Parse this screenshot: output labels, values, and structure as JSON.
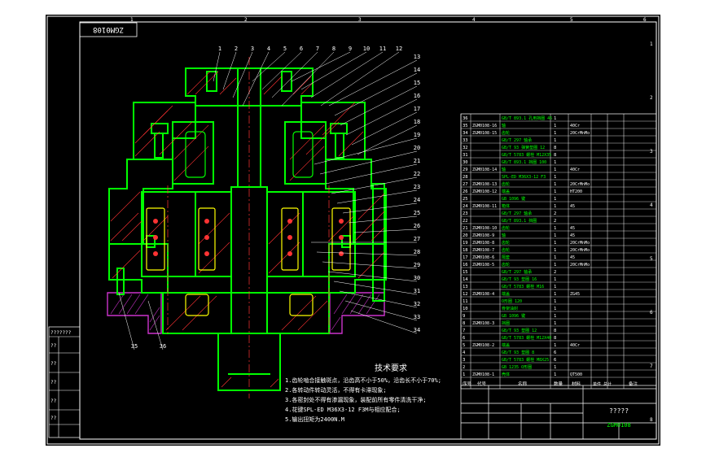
{
  "drawing": {
    "code_stamp": "ZGM0108",
    "zone_numbers": [
      "1",
      "2",
      "3",
      "4",
      "5",
      "6",
      "7",
      "8"
    ],
    "leader_labels": [
      "1",
      "2",
      "3",
      "4",
      "5",
      "6",
      "7",
      "8",
      "9",
      "10",
      "11",
      "12",
      "13",
      "14",
      "15",
      "16",
      "17",
      "18",
      "19",
      "20",
      "21",
      "22",
      "23",
      "24",
      "25",
      "26",
      "27",
      "28",
      "29",
      "30",
      "31",
      "32",
      "33",
      "34",
      "35",
      "36"
    ],
    "notes_title": "技术要求",
    "notes": [
      "1.齿轮啮合接触斑点，沿齿高不小于50%，沿齿长不小于70%;",
      "2.各转动件转动灵活，不得有卡滞现象;",
      "3.各密封处不得有渗漏现象，装配前所有零件清洗干净;",
      "4.花键SPL-ED M36X3-12 F3M与相应配合;",
      "5.输出扭矩为2400N.M"
    ],
    "colors": {
      "background": "#000000",
      "frame": "#ffffff",
      "part_outline": "#00ff00",
      "hatching": "#ff3333",
      "bearing": "#ffff00",
      "base_block": "#cc33cc",
      "text": "#ffffff"
    }
  },
  "bom": {
    "rows": [
      {
        "no": "36",
        "code": "",
        "name": "GB/T 893.1 孔用挡圈 45",
        "qty": "1",
        "material": ""
      },
      {
        "no": "35",
        "code": "ZGM0108-16",
        "name": "轴",
        "qty": "1",
        "material": "40Cr"
      },
      {
        "no": "34",
        "code": "ZGM0108-15",
        "name": "齿轮",
        "qty": "1",
        "material": "20CrMnMo"
      },
      {
        "no": "33",
        "code": "",
        "name": "GB/T 297 轴承",
        "qty": "1",
        "material": ""
      },
      {
        "no": "32",
        "code": "",
        "name": "GB/T 93 弹簧垫圈 12",
        "qty": "8",
        "material": ""
      },
      {
        "no": "31",
        "code": "",
        "name": "GB/T 5783 螺栓 M12X35",
        "qty": "8",
        "material": ""
      },
      {
        "no": "30",
        "code": "",
        "name": "GB/T 893.1 挡圈 100",
        "qty": "1",
        "material": ""
      },
      {
        "no": "29",
        "code": "ZGM0108-14",
        "name": "轴",
        "qty": "1",
        "material": "40Cr"
      },
      {
        "no": "28",
        "code": "",
        "name": "SPL-ED M36X3-12 F3",
        "qty": "1",
        "material": ""
      },
      {
        "no": "27",
        "code": "ZGM0108-13",
        "name": "齿轮",
        "qty": "1",
        "material": "20CrMnMo"
      },
      {
        "no": "26",
        "code": "ZGM0108-12",
        "name": "端盖",
        "qty": "1",
        "material": "HT200"
      },
      {
        "no": "25",
        "code": "",
        "name": "GB 1096 键",
        "qty": "1",
        "material": ""
      },
      {
        "no": "24",
        "code": "ZGM0108-11",
        "name": "箱体",
        "qty": "1",
        "material": "45"
      },
      {
        "no": "23",
        "code": "",
        "name": "GB/T 297 轴承",
        "qty": "2",
        "material": ""
      },
      {
        "no": "22",
        "code": "",
        "name": "GB/T 893.1 挡圈",
        "qty": "2",
        "material": ""
      },
      {
        "no": "21",
        "code": "ZGM0108-10",
        "name": "齿轮",
        "qty": "1",
        "material": "45"
      },
      {
        "no": "20",
        "code": "ZGM0108-9",
        "name": "轴",
        "qty": "1",
        "material": "45"
      },
      {
        "no": "19",
        "code": "ZGM0108-8",
        "name": "齿轮",
        "qty": "1",
        "material": "20CrMnMo"
      },
      {
        "no": "18",
        "code": "ZGM0108-7",
        "name": "齿轮",
        "qty": "1",
        "material": "20CrMnMo"
      },
      {
        "no": "17",
        "code": "ZGM0108-6",
        "name": "隔套",
        "qty": "1",
        "material": "45"
      },
      {
        "no": "16",
        "code": "ZGM0108-5",
        "name": "齿轮",
        "qty": "1",
        "material": "20CrMnMo"
      },
      {
        "no": "15",
        "code": "",
        "name": "GB/T 297 轴承",
        "qty": "2",
        "material": ""
      },
      {
        "no": "14",
        "code": "",
        "name": "GB/T 93 垫圈 16",
        "qty": "1",
        "material": ""
      },
      {
        "no": "13",
        "code": "",
        "name": "GB/T 5783 螺栓 M16",
        "qty": "1",
        "material": ""
      },
      {
        "no": "12",
        "code": "ZGM0108-4",
        "name": "端盖",
        "qty": "1",
        "material": "ZG45"
      },
      {
        "no": "11",
        "code": "",
        "name": "O形圈 120",
        "qty": "1",
        "material": ""
      },
      {
        "no": "10",
        "code": "",
        "name": "骨架油封",
        "qty": "1",
        "material": ""
      },
      {
        "no": "9",
        "code": "",
        "name": "GB 1096 键",
        "qty": "1",
        "material": ""
      },
      {
        "no": "8",
        "code": "ZGM0108-3",
        "name": "挡圈",
        "qty": "1",
        "material": ""
      },
      {
        "no": "7",
        "code": "",
        "name": "GB/T 93 垫圈 12",
        "qty": "8",
        "material": ""
      },
      {
        "no": "6",
        "code": "",
        "name": "GB/T 5783 螺栓 M12X40",
        "qty": "8",
        "material": ""
      },
      {
        "no": "5",
        "code": "ZGM0108-2",
        "name": "端盖",
        "qty": "1",
        "material": "40Cr"
      },
      {
        "no": "4",
        "code": "",
        "name": "GB/T 93 垫圈 8",
        "qty": "6",
        "material": ""
      },
      {
        "no": "3",
        "code": "",
        "name": "GB/T 5783 螺栓 M8X25",
        "qty": "6",
        "material": ""
      },
      {
        "no": "2",
        "code": "",
        "name": "GB 1235 O形圈",
        "qty": "1",
        "material": ""
      },
      {
        "no": "1",
        "code": "ZGM0108-1",
        "name": "壳体",
        "qty": "1",
        "material": "QT500"
      }
    ],
    "header": {
      "no": "序号",
      "code": "代号",
      "name": "名称",
      "qty": "数量",
      "material": "材料",
      "weight": "单件 总计",
      "remark": "备注"
    }
  },
  "title_block": {
    "title": "?????",
    "drawing_no": "ZGM0108"
  },
  "left_margin_labels": [
    "???????",
    "??",
    "??",
    "??",
    "??",
    "??"
  ]
}
